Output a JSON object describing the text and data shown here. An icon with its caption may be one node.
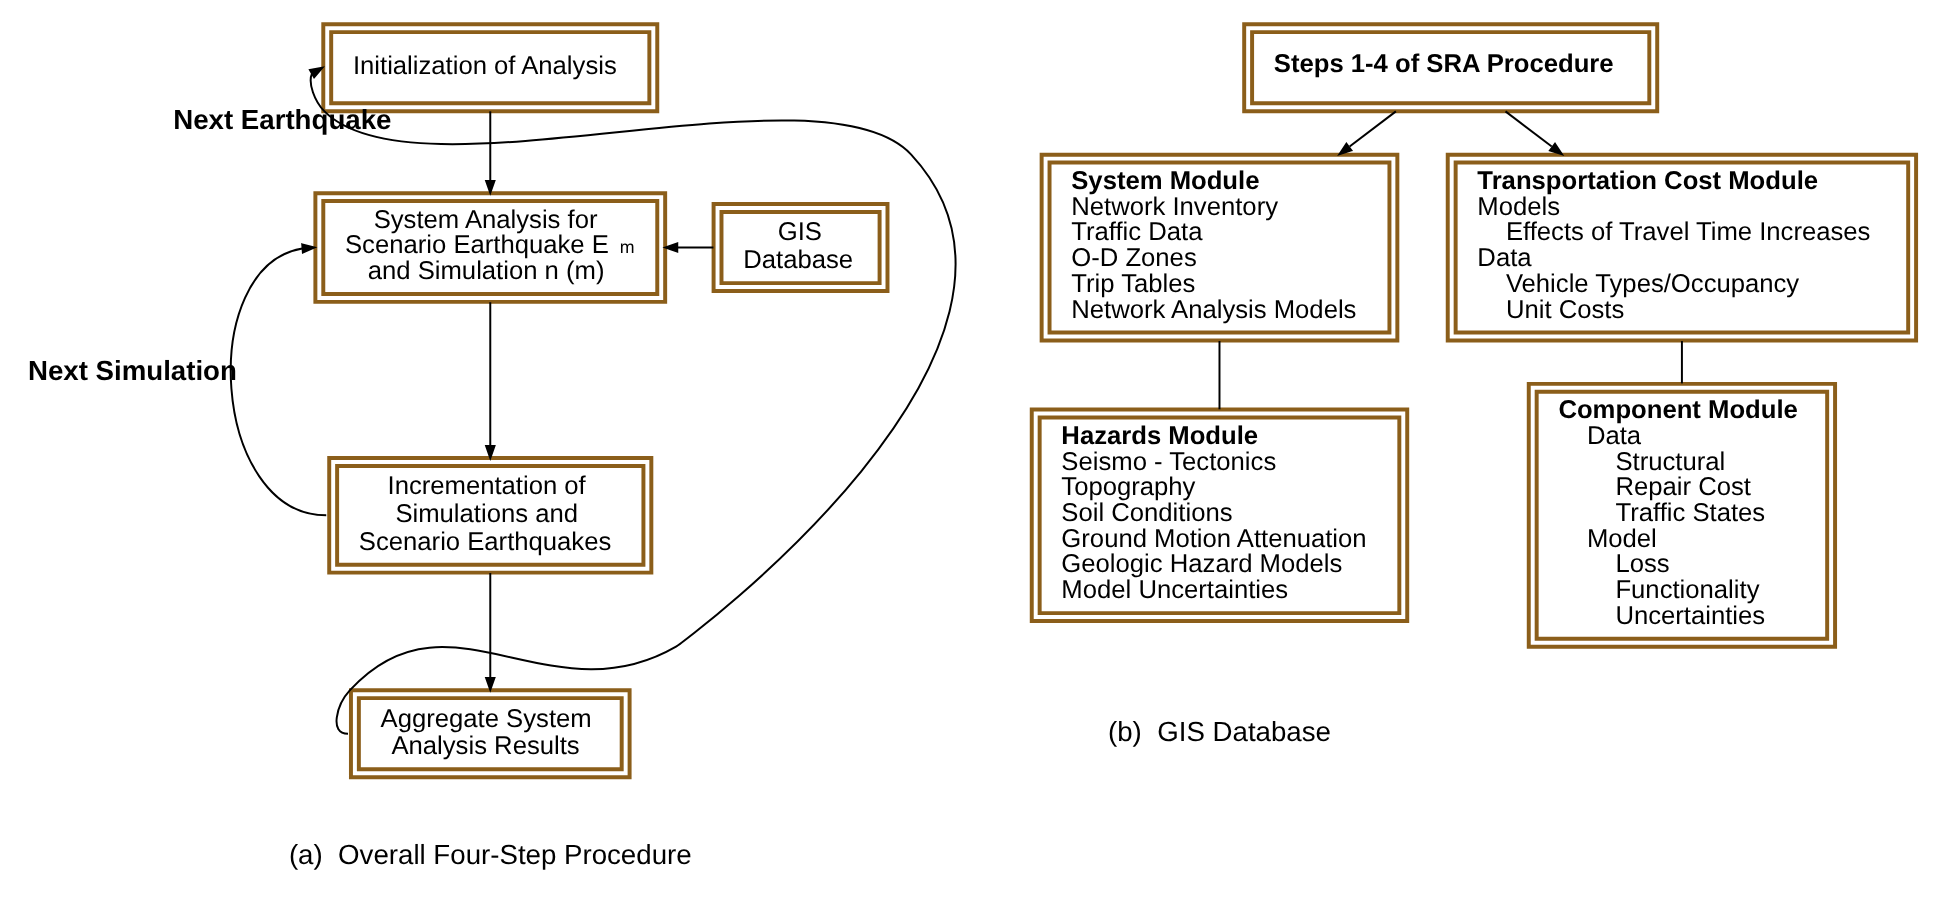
{
  "diagram": {
    "nodes": [
      {
        "text": [
          "Initialization of Analysis"
        ]
      },
      {
        "text": [
          "System Analysis for Scenario Earthquake E$_{m}$ and Simulation n (m)"
        ]
      },
      {
        "text": [
          "Incrementation of Simulations and Scenario Earthquakes"
        ]
      },
      {
        "text": [
          "Aggregate System Analysis Results"
        ]
      },
      {
        "text": [
          "GIS Database"
        ]
      },
      {
        "text": [
          "Steps 1-4 of SRA Procedure"
        ]
      },
      {
        "text": [
          "System Module",
          "Network Inventory",
          "Traffic Data",
          "O-D Zones",
          "Trip Tables",
          "Network Analysis Models"
        ]
      },
      {
        "text": [
          "Transportation Cost Module",
          "Models",
          "Effects of Travel Time Increases",
          "Data",
          "Vehicle Types/Occupancy",
          "Unit Costs"
        ]
      },
      {
        "text": [
          "Hazards Module",
          "Seismo - Tectonics",
          "Topography",
          "Soil Conditions",
          "Ground Motion Attenuation",
          "Geologic Hazard Models",
          "Model Uncertainties"
        ]
      },
      {
        "text": [
          "Component Module",
          "Data",
          "Structural",
          "Repair Cost",
          "Traffic States",
          "Model",
          "Loss",
          "Functionality",
          "Uncertainties"
        ]
      }
    ],
    "edges": [
      {
        "from": 0,
        "to": 1,
        "arrow": "to"
      },
      {
        "from": 1,
        "to": 2,
        "arrow": "to"
      },
      {
        "from": 2,
        "to": 3,
        "arrow": "to"
      },
      {
        "from": 3,
        "to": 0,
        "arrow": "to",
        "label": "Next Earthquake"
      },
      {
        "from": 2,
        "to": 1,
        "arrow": "to",
        "label": "Next Simulation"
      },
      {
        "from": 4,
        "to": 1,
        "arrow": "to"
      },
      {
        "from": 5,
        "to": 6,
        "arrow": "to"
      },
      {
        "from": 5,
        "to": 7,
        "arrow": "to"
      },
      {
        "from": 6,
        "to": 8,
        "arrow": "none"
      },
      {
        "from": 7,
        "to": 9,
        "arrow": "none"
      }
    ],
    "labels": [
      "(a)  Overall Four-Step Procedure",
      "(b)  GIS Database"
    ]
  }
}
